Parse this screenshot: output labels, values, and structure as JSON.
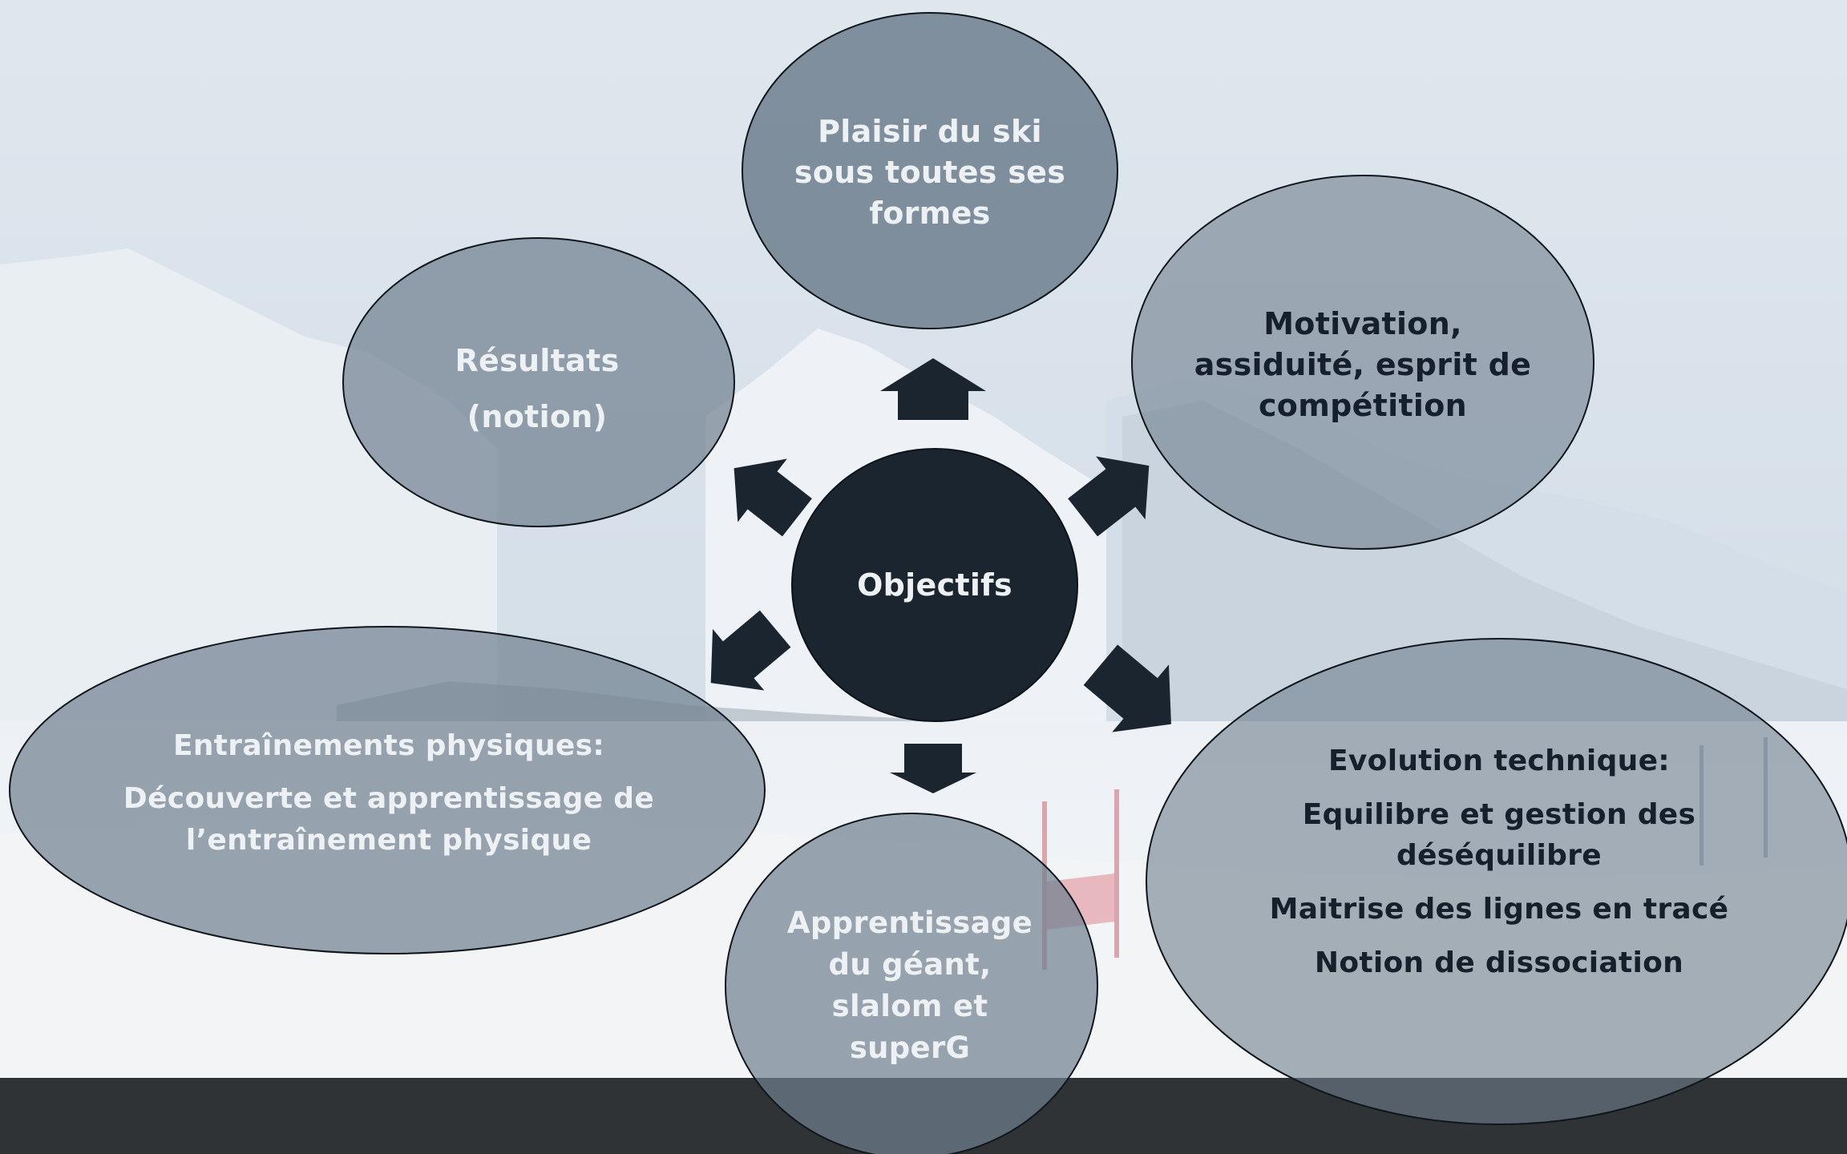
{
  "diagram": {
    "center": {
      "label": "Objectifs"
    },
    "nodes": {
      "top": {
        "lines": [
          "Plaisir du ski",
          "sous toutes ses",
          "formes"
        ]
      },
      "top_right": {
        "lines": [
          "Motivation,",
          "assiduité, esprit de",
          "compétition"
        ]
      },
      "top_left": {
        "lines": [
          "Résultats",
          "(notion)"
        ]
      },
      "left": {
        "lines": [
          "Entraînements physiques:",
          "Découverte et apprentissage de",
          "l’entraînement physique"
        ]
      },
      "bottom": {
        "lines": [
          "Apprentissage",
          "du géant,",
          "slalom et",
          "superG"
        ]
      },
      "right": {
        "lines": [
          "Evolution technique:",
          "Equilibre et gestion des",
          "déséquilibre",
          "Maitrise des lignes en tracé",
          "Notion de dissociation"
        ]
      }
    }
  },
  "colors": {
    "center_fill": "#1b2530",
    "node_fill": "#6f7f8e",
    "arrow_fill": "#1b2530",
    "footer_bar": "#303336"
  }
}
